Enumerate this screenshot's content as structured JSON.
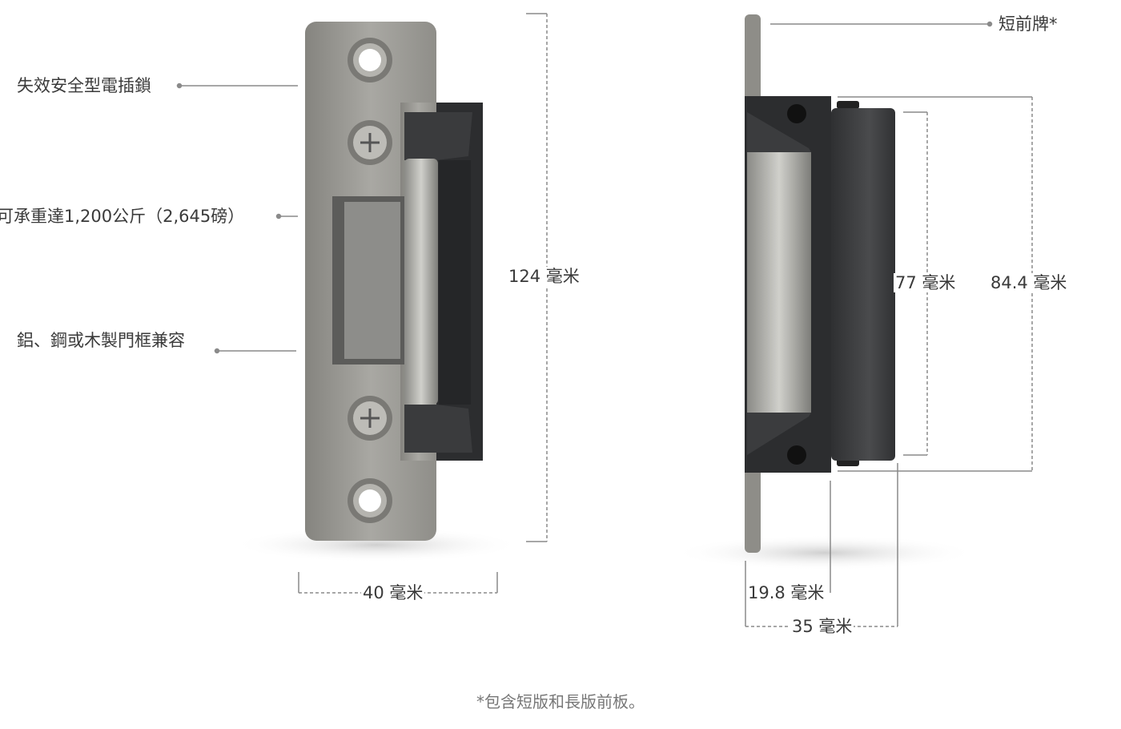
{
  "callouts": {
    "failsafe": "失效安全型電插鎖",
    "holding_force": "可承重達1,200公斤（2,645磅）",
    "frame_compat": "鋁、鋼或木製門框兼容",
    "short_faceplate": "短前牌*"
  },
  "dimensions": {
    "height_front": "124 毫米",
    "width_front": "40 毫米",
    "body_height": "77 毫米",
    "total_height_side": "84.4 毫米",
    "depth_small": "19.8 毫米",
    "depth_total": "35 毫米"
  },
  "footnote": "*包含短版和長版前板。",
  "colors": {
    "faceplate": "#9a9994",
    "housing": "#2e2f31",
    "latch": "#c9c9c4",
    "leader_line": "#8a8a8a"
  }
}
